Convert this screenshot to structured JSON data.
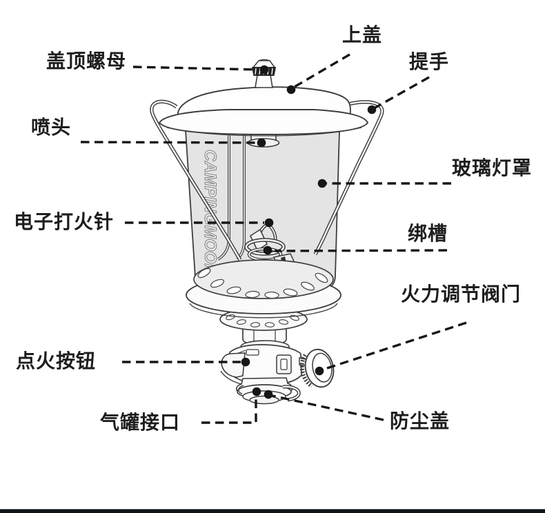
{
  "diagram": {
    "type": "product-part-callout-diagram",
    "subject": "gas camping lantern",
    "brand_text": "CAMPINGMOON",
    "labels": [
      {
        "id": "cap-top-nut",
        "text": "盖顶螺母"
      },
      {
        "id": "top-cover",
        "text": "上盖"
      },
      {
        "id": "carry-handle",
        "text": "提手"
      },
      {
        "id": "nozzle",
        "text": "喷头"
      },
      {
        "id": "glass-globe",
        "text": "玻璃灯罩"
      },
      {
        "id": "igniter-needle",
        "text": "电子打火针"
      },
      {
        "id": "strap-slot",
        "text": "绑槽"
      },
      {
        "id": "flame-valve",
        "text": "火力调节阀门"
      },
      {
        "id": "ignition-button",
        "text": "点火按钮"
      },
      {
        "id": "gas-can-port",
        "text": "气罐接口"
      },
      {
        "id": "dust-cap",
        "text": "防尘盖"
      }
    ],
    "colors": {
      "background": "#ffffff",
      "line": "#3d3d3d",
      "leader_line": "#161616",
      "glass_fill": "#e4e4e4",
      "label_text": "#1d1d1d",
      "knob_band": "#242424",
      "bottom_bar": "#0d141a"
    }
  }
}
